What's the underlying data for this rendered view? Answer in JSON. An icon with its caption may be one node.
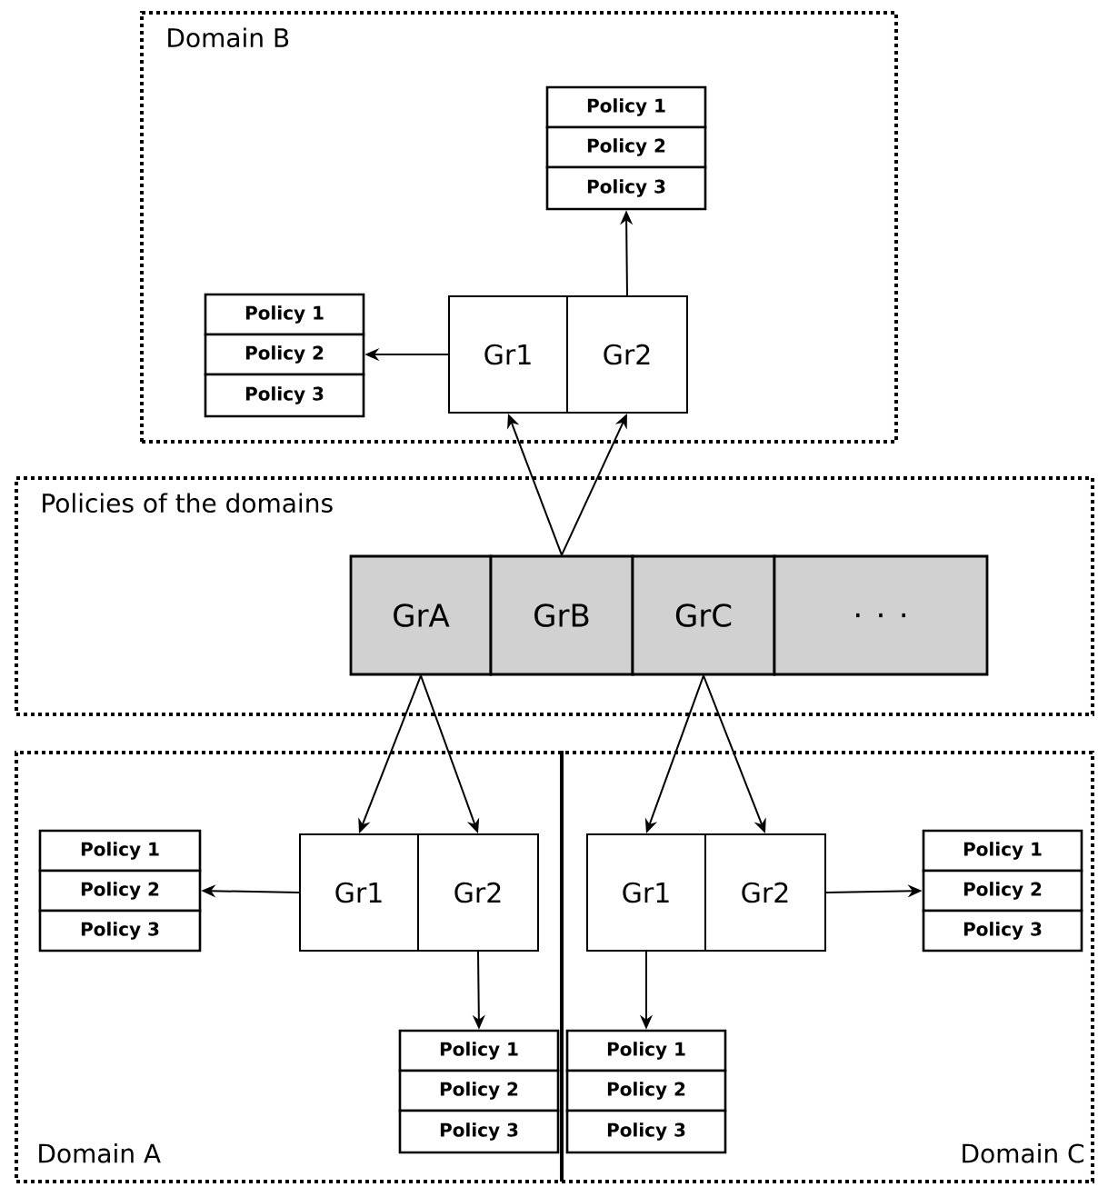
{
  "diagram": {
    "nodes": [
      {
        "text": [
          "Domain B"
        ]
      },
      {
        "text": [
          "Gr1"
        ],
        "in": 0
      },
      {
        "text": [
          "Gr2"
        ],
        "in": 0
      },
      {
        "text": [
          "Policy 1"
        ],
        "in": 0
      },
      {
        "text": [
          "Policy 2"
        ],
        "in": 0
      },
      {
        "text": [
          "Policy 3"
        ],
        "in": 0
      },
      {
        "text": [
          "Policy 1"
        ],
        "in": 0
      },
      {
        "text": [
          "Policy 2"
        ],
        "in": 0
      },
      {
        "text": [
          "Policy 3"
        ],
        "in": 0
      },
      {
        "text": [
          "Policies of the domains"
        ]
      },
      {
        "text": [
          "GrA"
        ],
        "in": 9
      },
      {
        "text": [
          "GrB"
        ],
        "in": 9
      },
      {
        "text": [
          "GrC"
        ],
        "in": 9
      },
      {
        "text": [
          ". . ."
        ],
        "in": 9
      },
      {
        "text": [
          "Domain A"
        ]
      },
      {
        "text": [
          "Gr1"
        ],
        "in": 14
      },
      {
        "text": [
          "Gr2"
        ],
        "in": 14
      },
      {
        "text": [
          "Policy 1"
        ],
        "in": 14
      },
      {
        "text": [
          "Policy 2"
        ],
        "in": 14
      },
      {
        "text": [
          "Policy 3"
        ],
        "in": 14
      },
      {
        "text": [
          "Policy 1"
        ],
        "in": 14
      },
      {
        "text": [
          "Policy 2"
        ],
        "in": 14
      },
      {
        "text": [
          "Policy 3"
        ],
        "in": 14
      },
      {
        "text": [
          "Domain C"
        ]
      },
      {
        "text": [
          "Gr1"
        ],
        "in": 23
      },
      {
        "text": [
          "Gr2"
        ],
        "in": 23
      },
      {
        "text": [
          "Policy 1"
        ],
        "in": 23
      },
      {
        "text": [
          "Policy 2"
        ],
        "in": 23
      },
      {
        "text": [
          "Policy 3"
        ],
        "in": 23
      },
      {
        "text": [
          "Policy 1"
        ],
        "in": 23
      },
      {
        "text": [
          "Policy 2"
        ],
        "in": 23
      },
      {
        "text": [
          "Policy 3"
        ],
        "in": 23
      }
    ],
    "edges": [
      {
        "from": 1,
        "to": 7,
        "arrow": "to"
      },
      {
        "from": 2,
        "to": 5,
        "arrow": "to"
      },
      {
        "from": 11,
        "to": 1,
        "arrow": "to"
      },
      {
        "from": 11,
        "to": 2,
        "arrow": "to"
      },
      {
        "from": 10,
        "to": 15,
        "arrow": "to"
      },
      {
        "from": 10,
        "to": 16,
        "arrow": "to"
      },
      {
        "from": 15,
        "to": 18,
        "arrow": "to"
      },
      {
        "from": 16,
        "to": 20,
        "arrow": "to"
      },
      {
        "from": 12,
        "to": 24,
        "arrow": "to"
      },
      {
        "from": 12,
        "to": 25,
        "arrow": "to"
      },
      {
        "from": 25,
        "to": 27,
        "arrow": "to"
      },
      {
        "from": 24,
        "to": 29,
        "arrow": "to"
      }
    ]
  }
}
